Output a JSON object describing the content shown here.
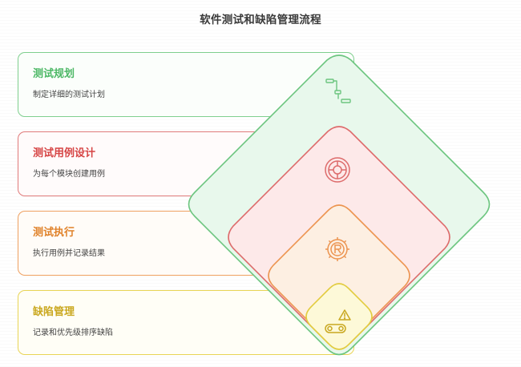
{
  "title": "软件测试和缺陷管理流程",
  "steps": [
    {
      "title": "测试规划",
      "desc": "制定详细的测试计划",
      "icon": "gantt-chart-icon",
      "color": "#6cc57f"
    },
    {
      "title": "测试用例设计",
      "desc": "为每个模块创建用例",
      "icon": "target-icon",
      "color": "#dd6b6b"
    },
    {
      "title": "测试执行",
      "desc": "执行用例并记录结果",
      "icon": "gear-r-icon",
      "color": "#ec9450"
    },
    {
      "title": "缺陷管理",
      "desc": "记录和优先级排序缺陷",
      "icon": "warning-chain-icon",
      "color": "#e2cc40"
    }
  ]
}
